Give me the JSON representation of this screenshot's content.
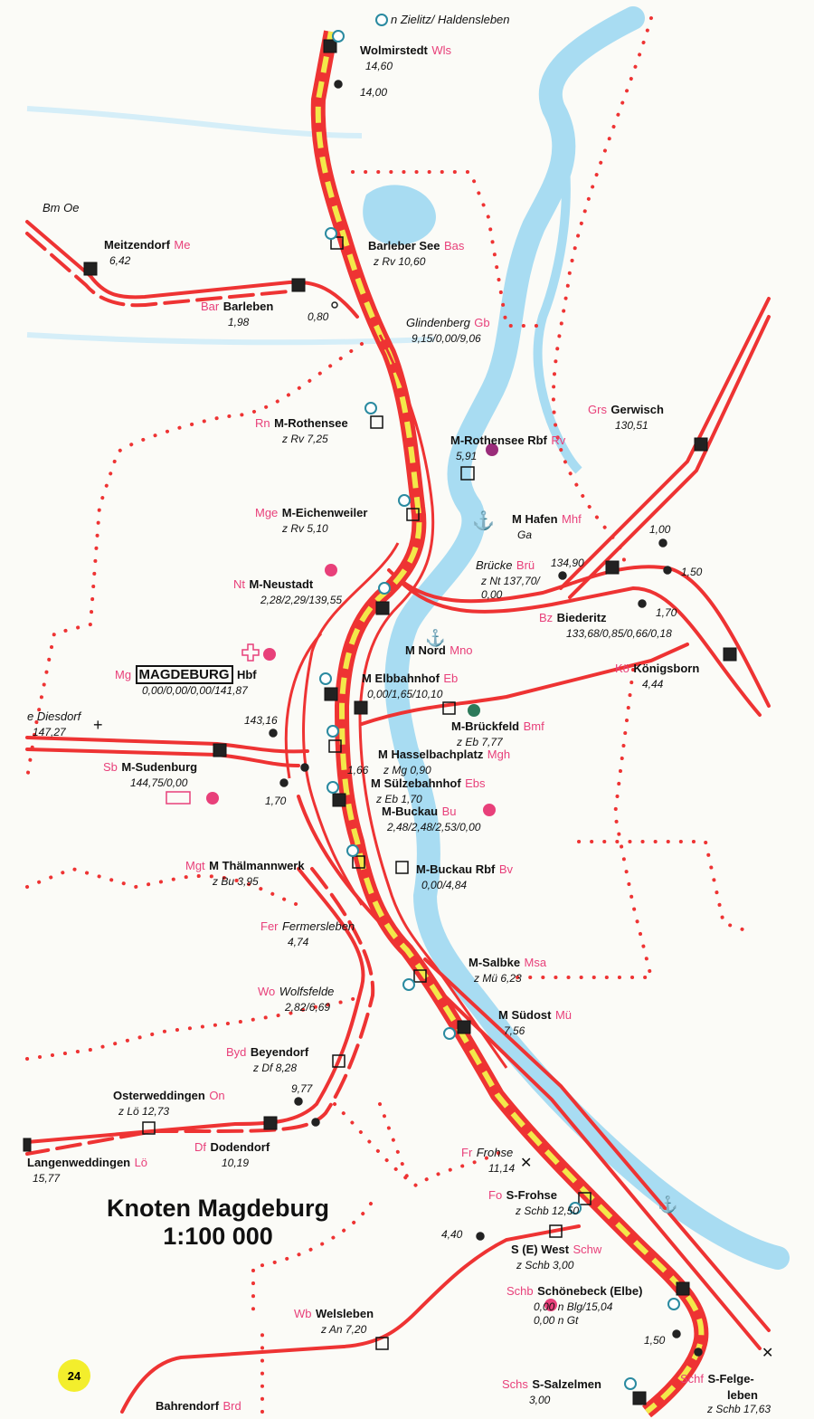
{
  "map_title": "Knoten Magdeburg",
  "map_scale": "1:100 000",
  "page_number": "24",
  "colors": {
    "track": "#ee3333",
    "main_line": "#f3e84a",
    "river": "#a8dcf2",
    "code": "#e8407a",
    "border": "#ee3333"
  },
  "stations": [
    {
      "code": "",
      "name": "n Zielitz/ Haldensleben",
      "km": []
    },
    {
      "code": "Wls",
      "name": "Wolmirstedt",
      "km": [
        "14,60"
      ]
    },
    {
      "code": "",
      "name": "Bm Oe",
      "km": []
    },
    {
      "code": "Me",
      "name": "Meitzendorf",
      "km": [
        "6,42"
      ]
    },
    {
      "code": "Bas",
      "name": "Barleber See",
      "km": [
        "z Rv 10,60"
      ]
    },
    {
      "code": "Bar",
      "name": "Barleben",
      "km": [
        "1,98"
      ]
    },
    {
      "code": "Gb",
      "name": "Glindenberg",
      "km": [
        "9,15/0,00/9,06"
      ]
    },
    {
      "code": "Rn",
      "name": "M-Rothensee",
      "km": [
        "z Rv 7,25"
      ]
    },
    {
      "code": "Rv",
      "name": "M-Rothensee Rbf",
      "km": [
        "5,91"
      ]
    },
    {
      "code": "Grs",
      "name": "Gerwisch",
      "km": [
        "130,51"
      ]
    },
    {
      "code": "Mge",
      "name": "M-Eichenweiler",
      "km": [
        "z Rv 5,10"
      ]
    },
    {
      "code": "Mhf",
      "name": "M Hafen",
      "km": [
        "Ga"
      ]
    },
    {
      "code": "Brü",
      "name": "Brücke",
      "km": [
        "z Nt 137,70/",
        "0,00"
      ]
    },
    {
      "code": "Nt",
      "name": "M-Neustadt",
      "km": [
        "2,28/2,29/139,55"
      ]
    },
    {
      "code": "Bz",
      "name": "Biederitz",
      "km": [
        "133,68/0,85/0,66/0,18"
      ]
    },
    {
      "code": "Mno",
      "name": "M Nord",
      "km": []
    },
    {
      "code": "Kö",
      "name": "Königsborn",
      "km": [
        "4,44"
      ]
    },
    {
      "code": "Mg",
      "name": "MAGDEBURG",
      "suffix": "Hbf",
      "km": [
        "0,00/0,00/0,00/141,87"
      ]
    },
    {
      "code": "Eb",
      "name": "M Elbbahnhof",
      "km": [
        "0,00/1,65/10,10"
      ]
    },
    {
      "code": "",
      "name": "e Diesdorf",
      "km": [
        "147,27"
      ]
    },
    {
      "code": "Bmf",
      "name": "M-Brückfeld",
      "km": [
        "z Eb 7,77"
      ]
    },
    {
      "code": "Mgh",
      "name": "M Hasselbachplatz",
      "km": [
        "z Mg 0,90"
      ]
    },
    {
      "code": "Sb",
      "name": "M-Sudenburg",
      "km": [
        "144,75/0,00"
      ]
    },
    {
      "code": "Ebs",
      "name": "M Sülzebahnhof",
      "km": [
        "z Eb 1,70"
      ]
    },
    {
      "code": "Bu",
      "name": "M-Buckau",
      "km": [
        "2,48/2,48/2,53/0,00"
      ]
    },
    {
      "code": "Mgt",
      "name": "M Thälmannwerk",
      "km": [
        "z Bu 3,95"
      ]
    },
    {
      "code": "Bv",
      "name": "M-Buckau Rbf",
      "km": [
        "0,00/4,84"
      ]
    },
    {
      "code": "Fer",
      "name": "Fermersleben",
      "km": [
        "4,74"
      ]
    },
    {
      "code": "Msa",
      "name": "M-Salbke",
      "km": [
        "z Mü 6,23"
      ]
    },
    {
      "code": "Wo",
      "name": "Wolfsfelde",
      "km": [
        "2,82/6,69"
      ]
    },
    {
      "code": "Mü",
      "name": "M Südost",
      "km": [
        "7,56"
      ]
    },
    {
      "code": "Byd",
      "name": "Beyendorf",
      "km": [
        "z Df 8,28"
      ]
    },
    {
      "code": "On",
      "name": "Osterweddingen",
      "km": [
        "z Lö 12,73"
      ]
    },
    {
      "code": "Df",
      "name": "Dodendorf",
      "km": [
        "10,19"
      ]
    },
    {
      "code": "Lö",
      "name": "Langenweddingen",
      "km": [
        "15,77"
      ]
    },
    {
      "code": "Fr",
      "name": "Frohse",
      "km": [
        "11,14"
      ]
    },
    {
      "code": "Fo",
      "name": "S-Frohse",
      "km": [
        "z Schb 12,50"
      ]
    },
    {
      "code": "Schw",
      "name": "S (E) West",
      "km": [
        "z Schb 3,00"
      ]
    },
    {
      "code": "Schb",
      "name": "Schönebeck (Elbe)",
      "km": [
        "0,00 n Blg/15,04",
        "0,00 n Gt"
      ]
    },
    {
      "code": "Wb",
      "name": "Welsleben",
      "km": [
        "z An 7,20"
      ]
    },
    {
      "code": "Schs",
      "name": "S-Salzelmen",
      "km": [
        "3,00"
      ]
    },
    {
      "code": "Schf",
      "name": "S-Felge-",
      "suffix": "leben",
      "km": [
        "z Schb 17,63"
      ]
    },
    {
      "code": "Brd",
      "name": "Bahrendorf",
      "km": []
    }
  ],
  "km_markers": [
    "14,00",
    "0,80",
    "1,00",
    "1,50",
    "1,70",
    "134,90",
    "143,16",
    "1,66",
    "1,70",
    "9,77",
    "4,40",
    "1,50"
  ]
}
